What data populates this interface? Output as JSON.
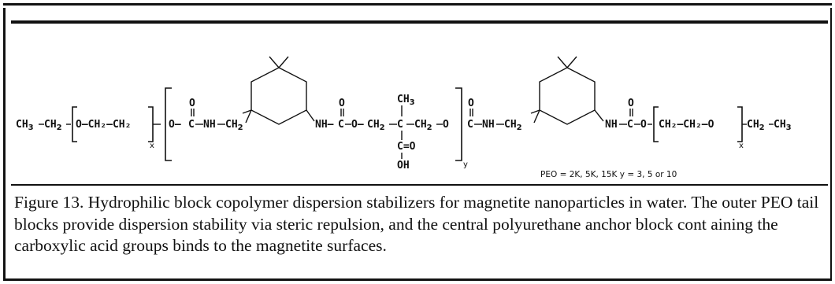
{
  "figure": {
    "structure": {
      "start": "CH",
      "start_sub": "3",
      "dash1": "-",
      "ch2_a": "CH",
      "ch2_a_sub": "2",
      "peo_unit": "O–CH₂–CH₂",
      "peo_unit_right": "CH₂–CH₂–O",
      "subscript_x": "x",
      "subscript_y": "y",
      "carbonyl_o": "O",
      "o_link_left": "O–",
      "c_label": "C",
      "nh": "NH",
      "ch2_b": "CH",
      "ch2_b_sub": "2",
      "nh_c": "NH–",
      "o_dash": "O–",
      "ch2_c": "CH",
      "ch2_c_sub": "2",
      "quat_c": "C",
      "ch3_top": "CH",
      "ch3_top_sub": "3",
      "ch2_o": "CH",
      "ch2_o_sub": "2",
      "o_end": "O",
      "c_eq_o": "C=O",
      "oh": "OH",
      "nh_right": "NH",
      "end_ch2": "CH",
      "end_ch2_sub": "2",
      "end_ch3": "CH",
      "end_ch3_sub": "3"
    },
    "note": "PEO = 2K, 5K, 15K   y = 3, 5 or 10"
  },
  "caption": {
    "text": "Figure 13.  Hydrophilic block copolymer dispersion stabilizers for magnetite nanoparticles in water.  The outer PEO tail blocks provide dispersion stability via steric repulsion, and the central polyurethane anchor block cont aining the carboxylic acid groups binds to the magnetite surfaces."
  }
}
